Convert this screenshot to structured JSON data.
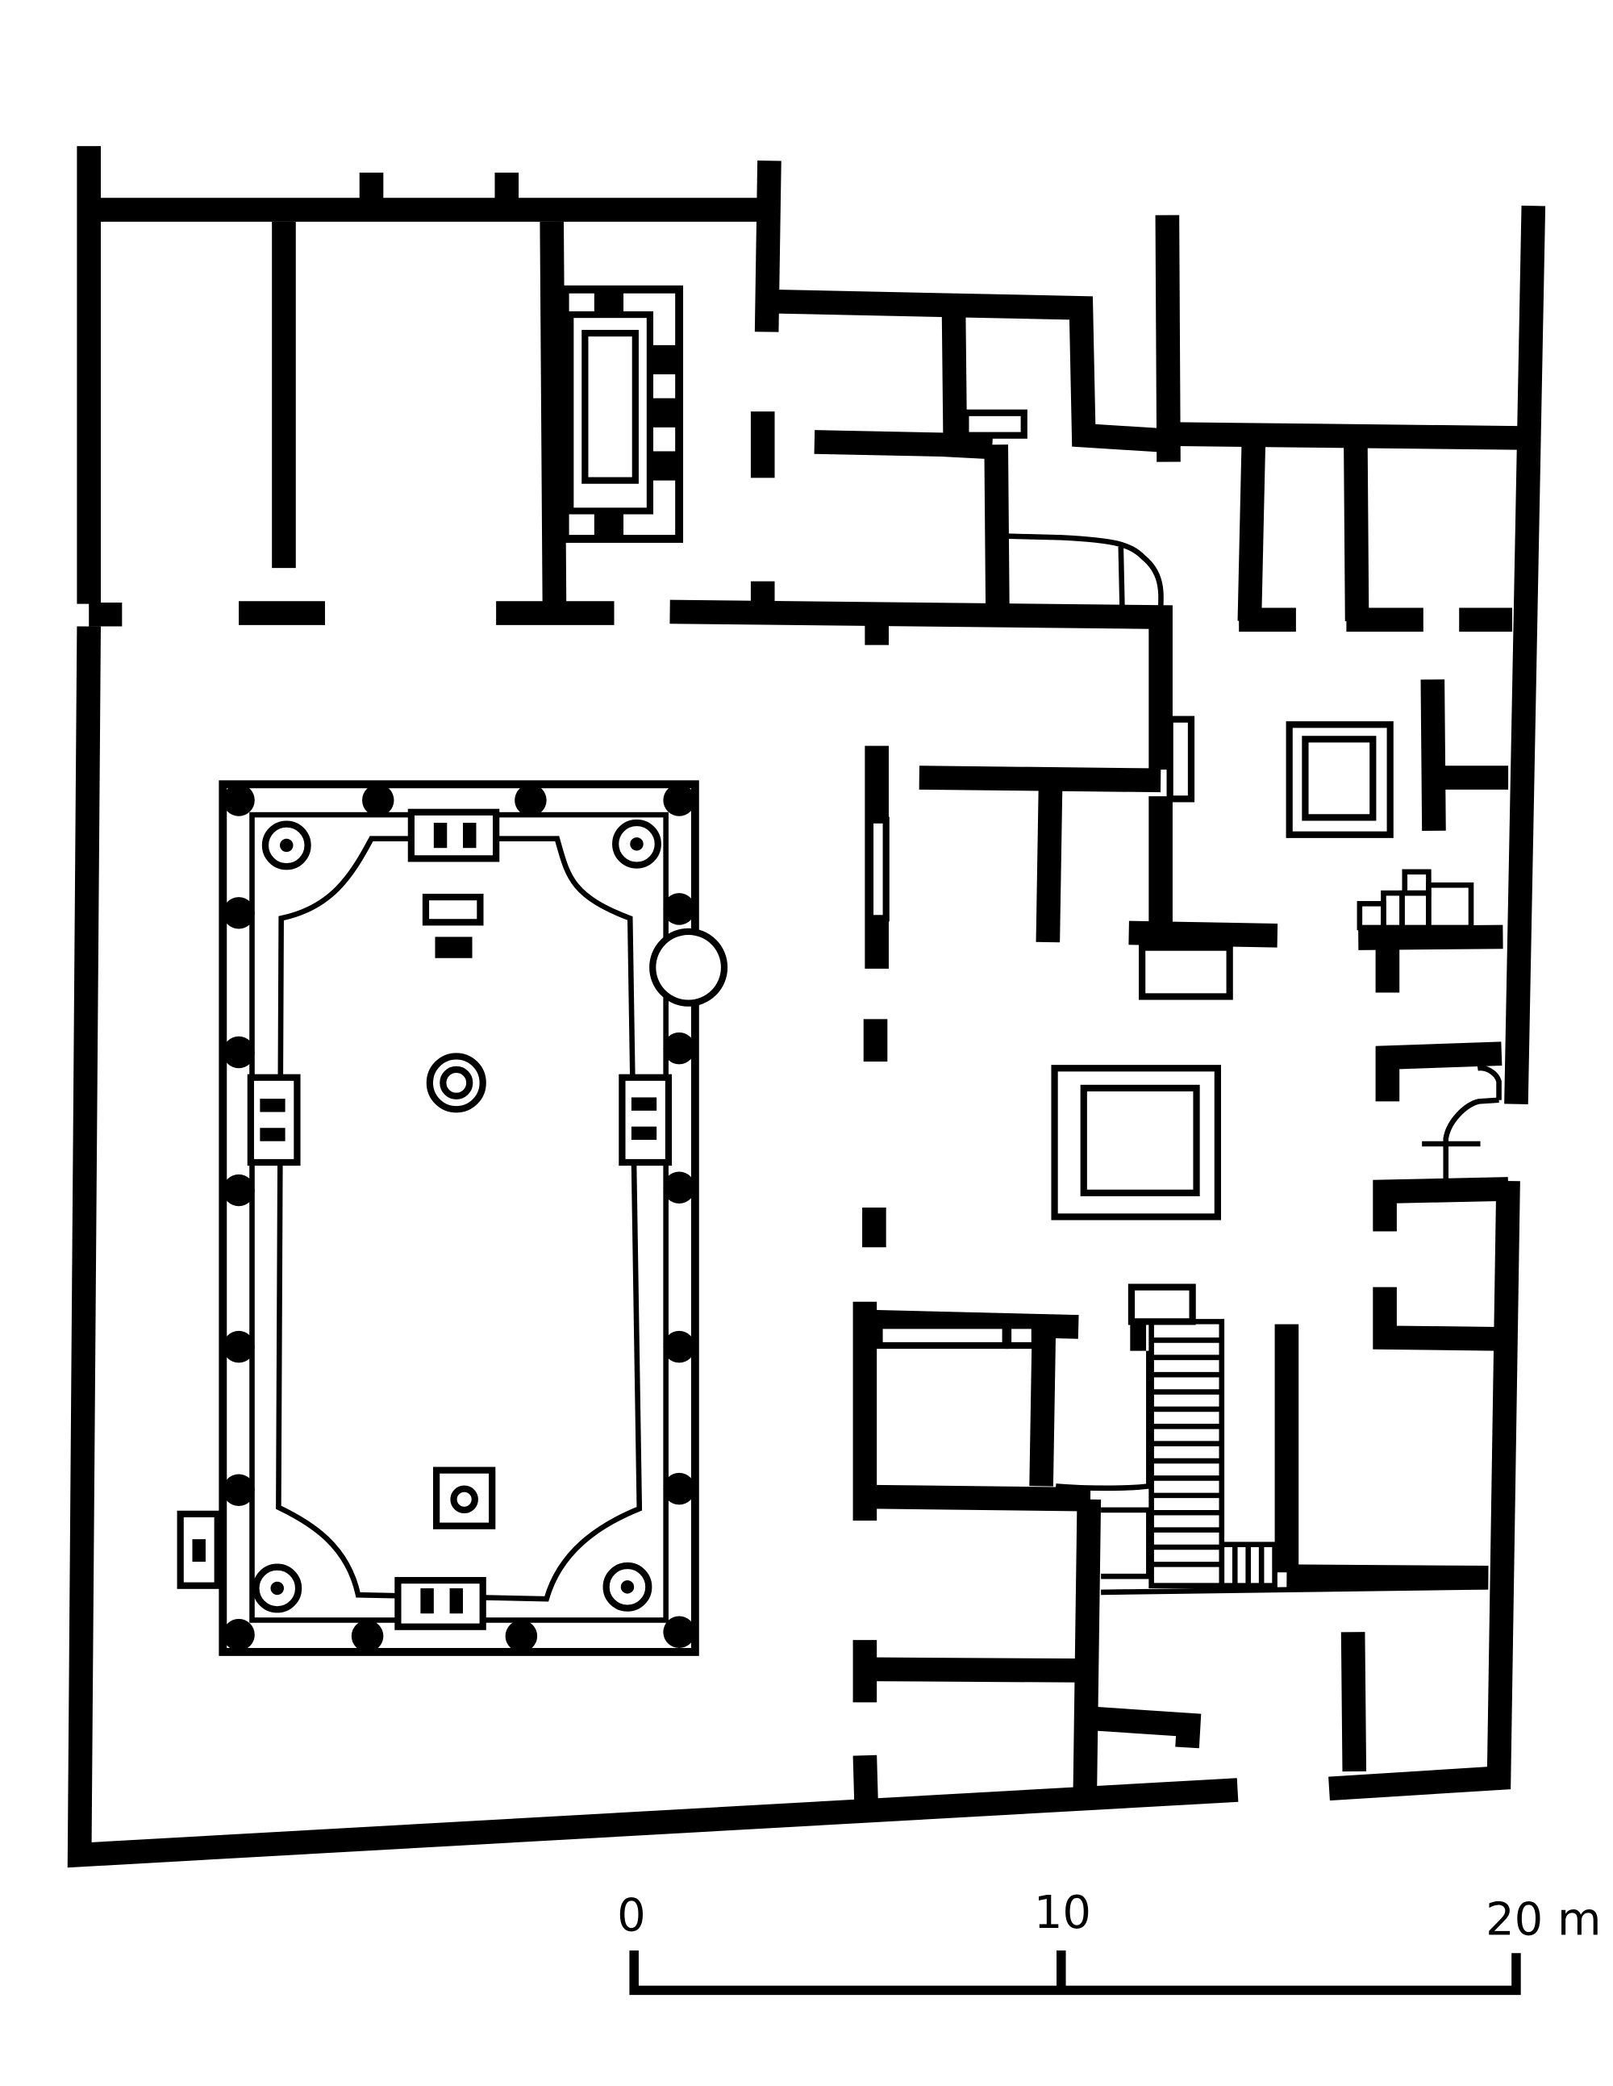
{
  "diagram": {
    "type": "architectural floor plan",
    "colors": {
      "walls": "#000000",
      "background": "#ffffff"
    }
  },
  "scale_bar": {
    "labels": [
      "0",
      "10",
      "20 m"
    ]
  }
}
